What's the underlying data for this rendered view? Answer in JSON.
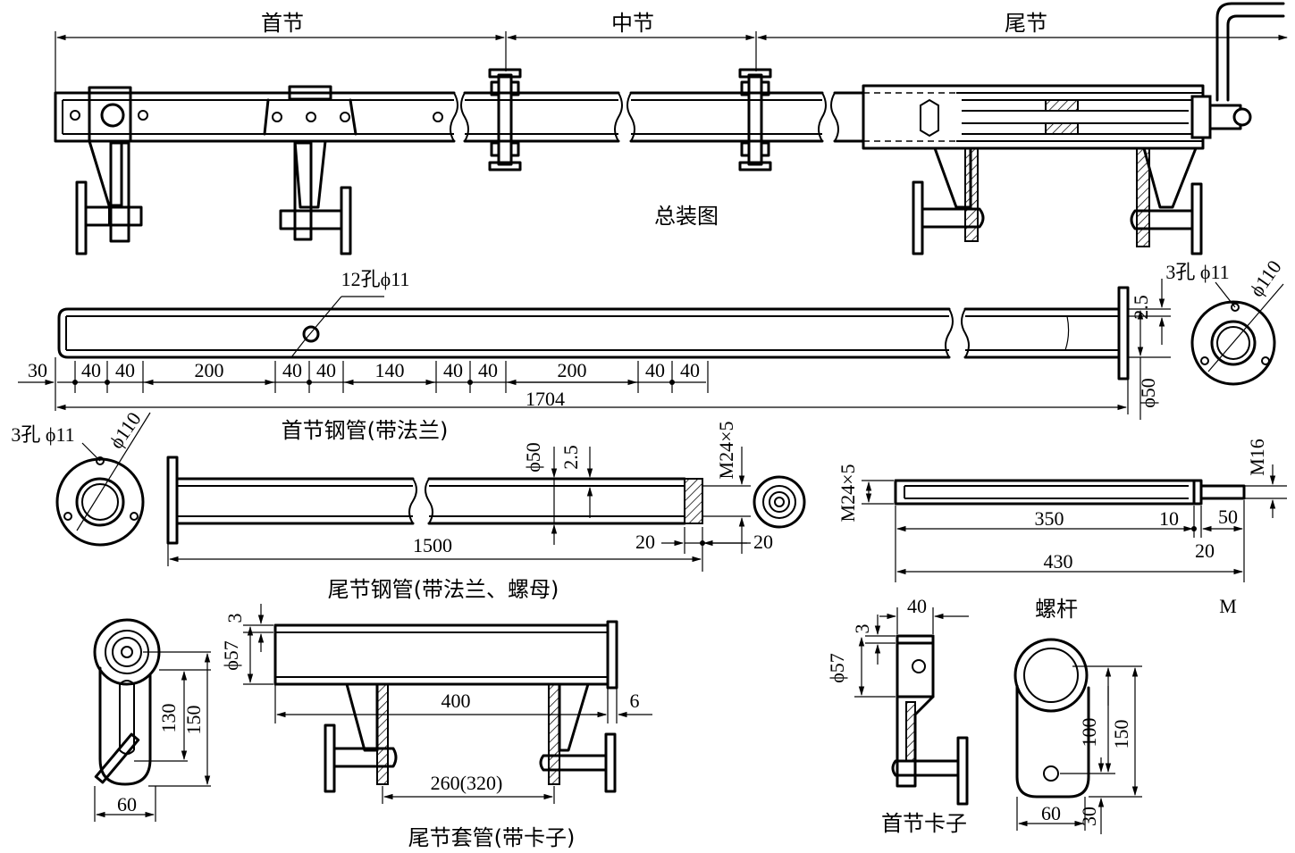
{
  "sections": {
    "head": "首节",
    "middle": "中节",
    "tail": "尾节"
  },
  "titles": {
    "assembly": "总装图",
    "head_pipe": "首节钢管(带法兰)",
    "tail_pipe": "尾节钢管(带法兰、螺母)",
    "tail_sleeve": "尾节套管(带卡子)",
    "head_clamp": "首节卡子",
    "screw": "螺杆",
    "m_view": "M"
  },
  "head_pipe": {
    "holes_note": "12孔ϕ11",
    "flange_holes": "3孔 ϕ11",
    "flange_dia": "ϕ110",
    "wall": "2.5",
    "pipe_dia": "ϕ50",
    "total_length": "1704",
    "spacing": [
      "30",
      "40",
      "40",
      "200",
      "40",
      "40",
      "140",
      "40",
      "40",
      "200",
      "40",
      "40"
    ]
  },
  "tail_pipe": {
    "flange_holes": "3孔 ϕ11",
    "flange_dia": "ϕ110",
    "pipe_dia": "ϕ50",
    "wall": "2.5",
    "thread": "M24×5",
    "length": "1500",
    "nut_left": "20",
    "nut_right": "20"
  },
  "screw": {
    "thread": "M24×5",
    "tip": "M16",
    "len_350": "350",
    "len_10": "10",
    "len_50": "50",
    "len_20": "20",
    "total": "430"
  },
  "tail_sleeve": {
    "wall": "3",
    "dia": "ϕ57",
    "len_400": "400",
    "len_6": "6",
    "span": "260(320)",
    "h130": "130",
    "h150": "150",
    "w60": "60"
  },
  "head_clamp": {
    "w40": "40",
    "wall": "3",
    "dia": "ϕ57",
    "h100": "100",
    "h150": "150",
    "w60": "60",
    "h30": "30"
  }
}
